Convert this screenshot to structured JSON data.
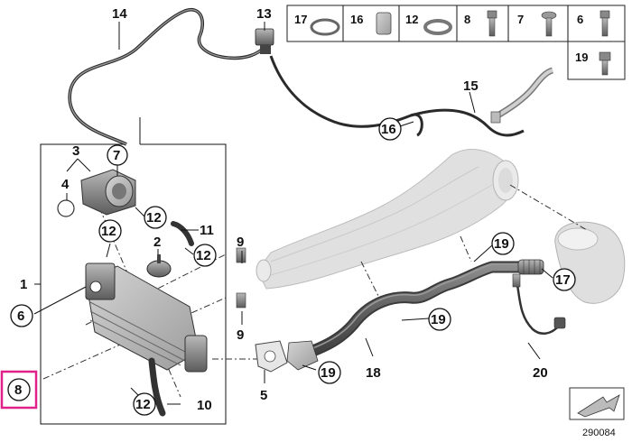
{
  "diagram": {
    "callouts": {
      "c1": "1",
      "c2": "2",
      "c3": "3",
      "c4": "4",
      "c5": "5",
      "c6": "6",
      "c7": "7",
      "c8": "8",
      "c9a": "9",
      "c9b": "9",
      "c10": "10",
      "c11": "11",
      "c12a": "12",
      "c12b": "12",
      "c12c": "12",
      "c12d": "12",
      "c13": "13",
      "c14": "14",
      "c15": "15",
      "c16": "16",
      "c17": "17",
      "c18": "18",
      "c19a": "19",
      "c19b": "19",
      "c19c": "19",
      "c20": "20"
    },
    "legend": {
      "items": [
        "17",
        "16",
        "12",
        "8",
        "7",
        "6",
        "19"
      ]
    },
    "diagram_code": "290084",
    "highlight_color": "#e0218a"
  }
}
